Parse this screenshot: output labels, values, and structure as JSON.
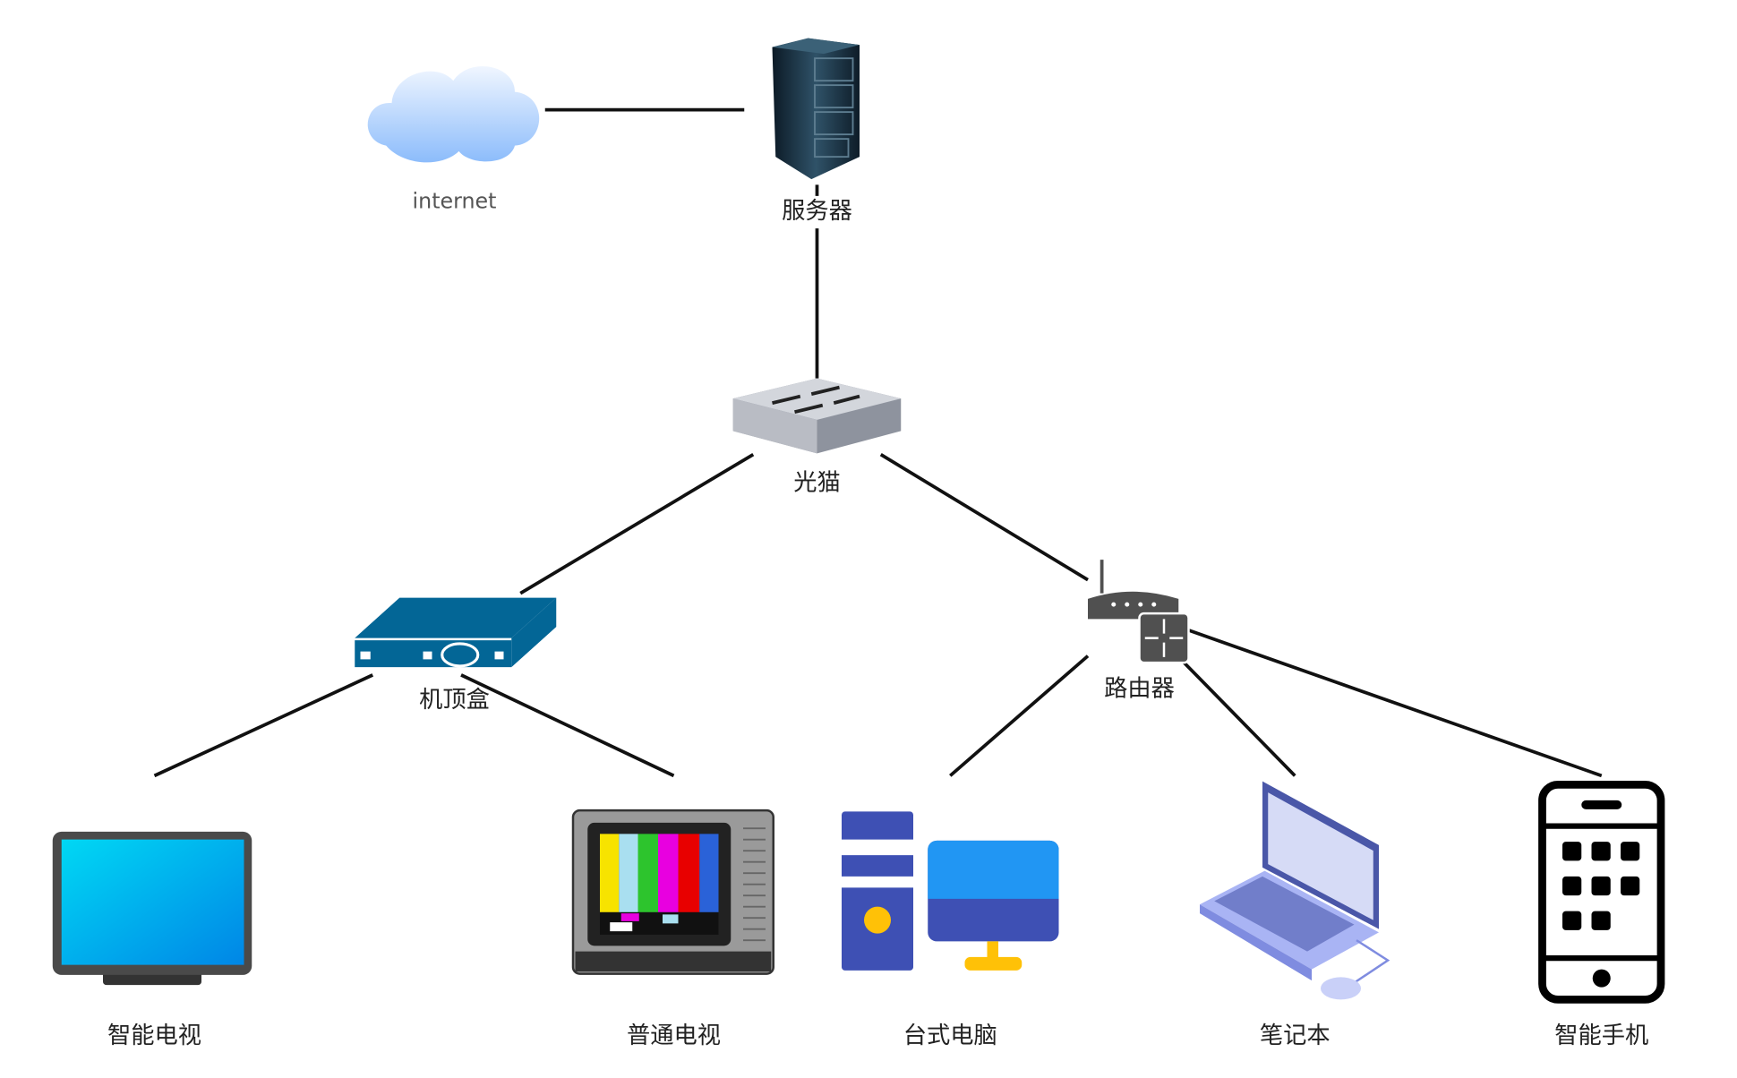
{
  "nodes": {
    "internet": {
      "label": "internet",
      "icon": "cloud-icon"
    },
    "server": {
      "label": "服务器",
      "icon": "server-rack-icon"
    },
    "modem": {
      "label": "光猫",
      "icon": "switch-icon"
    },
    "settop": {
      "label": "机顶盒",
      "icon": "set-top-box-icon"
    },
    "router": {
      "label": "路由器",
      "icon": "router-icon"
    },
    "smarttv": {
      "label": "智能电视",
      "icon": "smart-tv-icon"
    },
    "tv": {
      "label": "普通电视",
      "icon": "crt-tv-icon"
    },
    "desktop": {
      "label": "台式电脑",
      "icon": "desktop-computer-icon"
    },
    "laptop": {
      "label": "笔记本",
      "icon": "laptop-icon"
    },
    "phone": {
      "label": "智能手机",
      "icon": "smartphone-icon"
    }
  },
  "edges": [
    [
      "internet",
      "server"
    ],
    [
      "server",
      "modem"
    ],
    [
      "modem",
      "settop"
    ],
    [
      "modem",
      "router"
    ],
    [
      "settop",
      "smarttv"
    ],
    [
      "settop",
      "tv"
    ],
    [
      "router",
      "desktop"
    ],
    [
      "router",
      "laptop"
    ],
    [
      "router",
      "phone"
    ]
  ],
  "colors": {
    "line": "#111111",
    "settop": "#036696",
    "router": "#505050",
    "desktop_blue": "#3e50b4",
    "desktop_accent": "#ffc107"
  }
}
